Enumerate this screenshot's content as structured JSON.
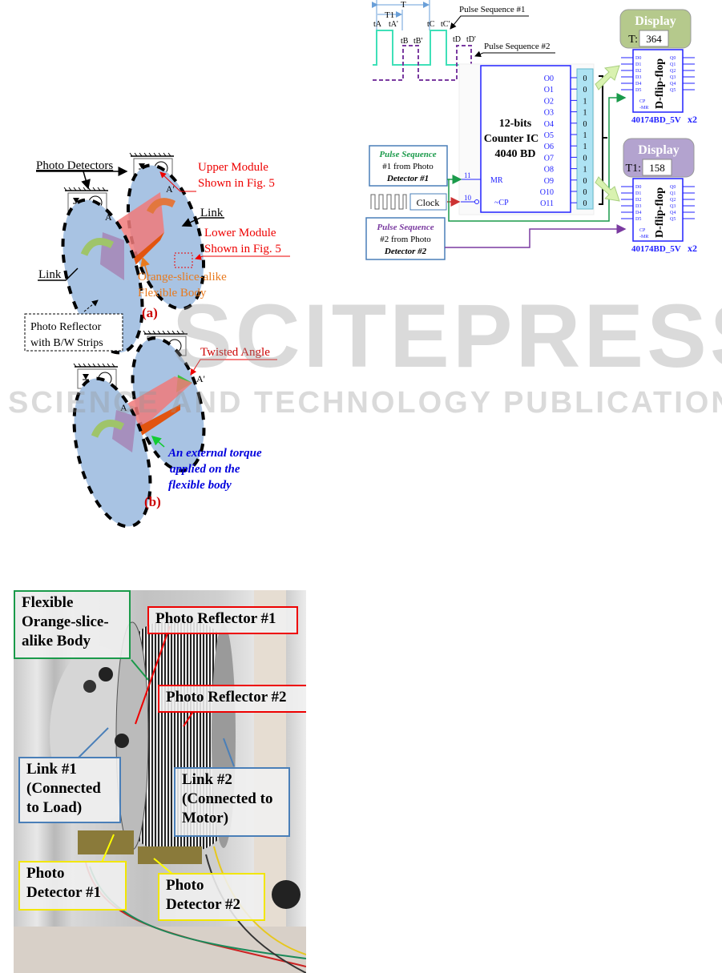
{
  "figure_a_b": {
    "photo_detectors": "Photo Detectors",
    "upper_module": [
      "Upper Module",
      "Shown in Fig. 5"
    ],
    "lower_module": [
      "Lower Module",
      "Shown in Fig. 5"
    ],
    "link_right": "Link",
    "link_left": "Link",
    "point_a": "A",
    "point_a_prime": "A'",
    "flexible_body": [
      "Orange-slice-alike",
      "Flexible Body"
    ],
    "panel_a": "(a)",
    "photo_reflector": [
      "Photo Reflector",
      "with B/W Strips"
    ],
    "twisted_angle": "Twisted Angle",
    "external_torque": [
      "An external torque",
      "applied on the",
      "flexible body"
    ],
    "panel_b": "(b)"
  },
  "circuit": {
    "period_T": "T",
    "period_T1": "T1",
    "time_labels": [
      "tA",
      "tA'",
      "tB",
      "tB'",
      "tC",
      "tC'",
      "tD",
      "tD'"
    ],
    "pulse_seq_1": "Pulse Sequence #1",
    "pulse_seq_2": "Pulse Sequence #2",
    "counter_title": [
      "12-bits",
      "Counter IC",
      "4040 BD"
    ],
    "outputs": [
      "O0",
      "O1",
      "O2",
      "O3",
      "O4",
      "O5",
      "O6",
      "O7",
      "O8",
      "O9",
      "O10",
      "O11"
    ],
    "bits": [
      "0",
      "0",
      "1",
      "1",
      "0",
      "1",
      "1",
      "0",
      "1",
      "0",
      "0",
      "0"
    ],
    "pin_mr": "MR",
    "pin_cp": "~CP",
    "pin_11": "11",
    "pin_10": "10",
    "input_1": [
      "Pulse Sequence",
      "#1 from Photo",
      "Detector #1"
    ],
    "clock": "Clock",
    "input_2": [
      "Pulse Sequence",
      "#2 from Photo",
      "Detector #2"
    ],
    "display_1": {
      "title": "Display",
      "label": "T:",
      "value": "364",
      "color": "#b5c98c"
    },
    "display_2": {
      "title": "Display",
      "label": "T1:",
      "value": "158",
      "color": "#b3a3cf"
    },
    "flipflop_name": "D-flip-flop",
    "flipflop_part": "40174BD_5V",
    "flipflop_count": "x2",
    "ff_inputs": [
      "D0",
      "D1",
      "D2",
      "D3",
      "D4",
      "D5"
    ],
    "ff_outputs": [
      "Q0",
      "Q1",
      "Q2",
      "Q3",
      "Q4",
      "Q5"
    ],
    "ff_ctrl": [
      "CP",
      "-MR"
    ]
  },
  "photo": {
    "flexible_body": [
      "Flexible",
      "Orange-slice-",
      "alike Body"
    ],
    "reflector_1": "Photo Reflector #1",
    "reflector_2": "Photo Reflector #2",
    "link_1": [
      "Link #1",
      "(Connected",
      "to Load)"
    ],
    "link_2": [
      "Link #2",
      "(Connected to",
      "Motor)"
    ],
    "detector_1": [
      "Photo",
      "Detector #1"
    ],
    "detector_2": [
      "Photo",
      "Detector #2"
    ]
  },
  "watermark": {
    "brand": "SCITEPRESS",
    "tagline": "SCIENCE AND TECHNOLOGY PUBLICATIONS"
  }
}
